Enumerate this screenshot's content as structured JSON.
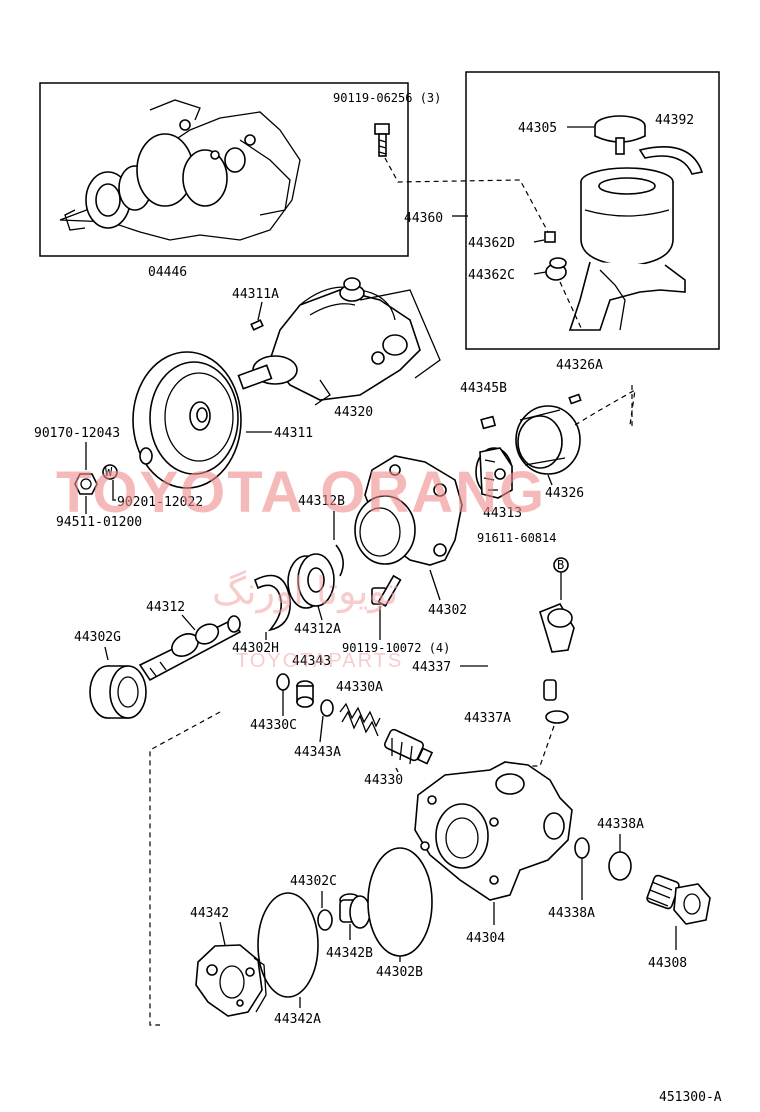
{
  "diagram": {
    "figure_code": "451300-A",
    "labels": {
      "p04446": "04446",
      "p90119_06256": "90119-06256 (3)",
      "p44305": "44305",
      "p44392": "44392",
      "p44360": "44360",
      "p44362D": "44362D",
      "p44362C": "44362C",
      "p44326A": "44326A",
      "p44311A": "44311A",
      "p44320": "44320",
      "p44311": "44311",
      "p90170_12043": "90170-12043",
      "p90201_12022": "90201-12022",
      "p94511_01200": "94511-01200",
      "p44345B": "44345B",
      "p44326": "44326",
      "p44312B": "44312B",
      "p44313": "44313",
      "p91611_60814": "91611-60814",
      "p44312": "44312",
      "p44302": "44302",
      "p44312A": "44312A",
      "p44302G": "44302G",
      "p44302H": "44302H",
      "p90119_10072": "90119-10072 (4)",
      "p44343": "44343",
      "p44337": "44337",
      "p44330A": "44330A",
      "p44330C": "44330C",
      "p44337A": "44337A",
      "p44343A": "44343A",
      "p44330": "44330",
      "p44338A_top": "44338A",
      "p44302C": "44302C",
      "p44342": "44342",
      "p44338A_bot": "44338A",
      "p44342B": "44342B",
      "p44304": "44304",
      "p44308": "44308",
      "p44302B": "44302B",
      "p44342A": "44342A"
    },
    "markers": {
      "washer_symbol": "W",
      "bolt_symbol": "B"
    },
    "watermark": {
      "main": "TOYOTA ORANG",
      "arabic": "تویوتا اورنگ",
      "sub": "TOYOTAPARTS"
    },
    "colors": {
      "line": "#000000",
      "watermark": "#f08c8c"
    }
  }
}
